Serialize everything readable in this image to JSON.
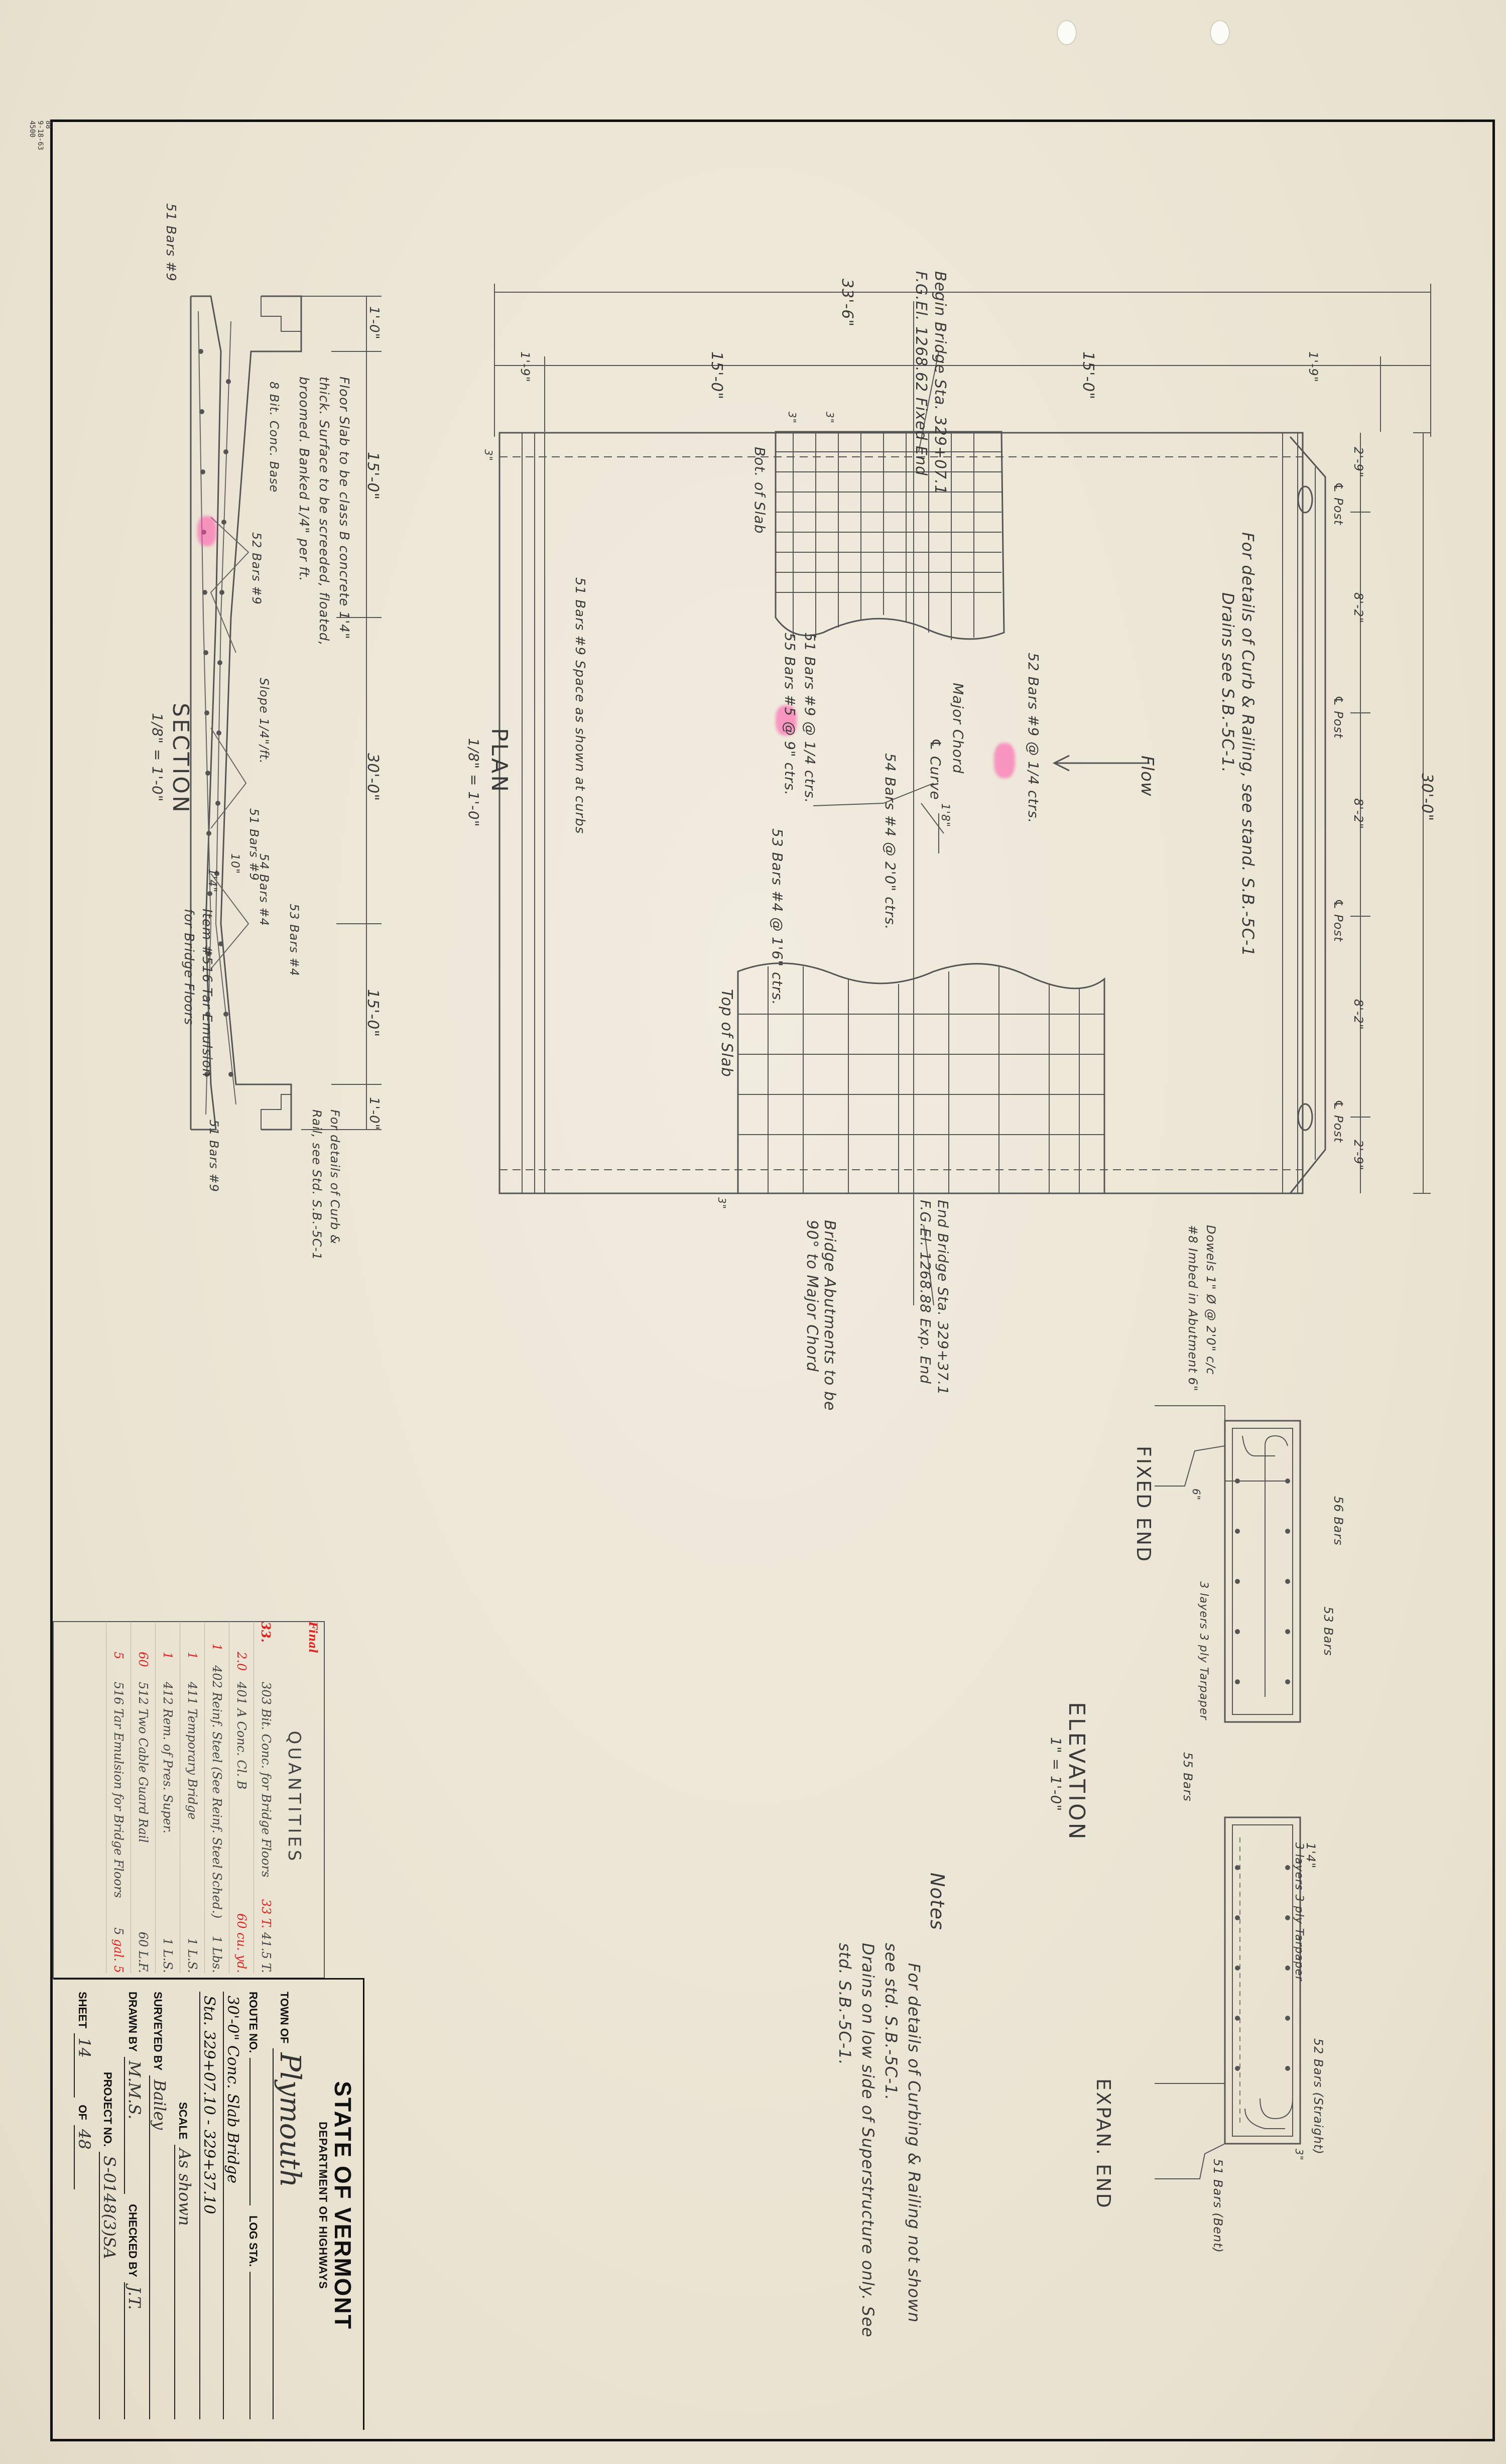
{
  "stamp": {
    "lines": [
      "88",
      "9-18-63",
      "4500"
    ]
  },
  "plan": {
    "title": "PLAN",
    "scale": "1/8\" = 1'-0\"",
    "dims": {
      "overall_length": "33'-6\"",
      "end_left": "1'-9\"",
      "span_a": "15'-0\"",
      "span_b": "15'-0\"",
      "end_right": "1'-9\"",
      "width_overall": "30'-0\"",
      "post_end_a": "2'-9\"",
      "post_gap_1": "8'-2\"",
      "post_gap_2": "8'-2\"",
      "post_gap_3": "8'-2\"",
      "post_end_b": "2'-9\"",
      "side_a": "3\"",
      "side_b": "3\"",
      "cover_a": "3\"",
      "cover_b": "3\""
    },
    "labels": {
      "begin_bridge": "Begin Bridge Sta. 329+07.1",
      "begin_elev": "F.G.El. 1268.62  Fixed End",
      "end_bridge": "End Bridge Sta. 329+37.1",
      "end_elev": "F.G.El. 1268.88  Exp. End",
      "post": "℄ Post",
      "flow": "Flow",
      "major_chord": "Major Chord",
      "curve": "℄ Curve",
      "dim_18": "1'8\"",
      "bot_slab": "Bot. of Slab",
      "top_slab": "Top of Slab",
      "bars_51": "51 Bars #9 @ 1/4 ctrs.",
      "bars_52": "52 Bars #9 @ 1/4 ctrs.",
      "bars_55": "55 Bars #5 @ 9\" ctrs.",
      "bars_54": "54 Bars #4 @ 2'0\" ctrs.",
      "bars_53": "53 Bars #4 @ 1'6\" ctrs.",
      "bars_51_space": "51 Bars #9 Space as shown at curbs",
      "abutments": "Bridge Abutments to be 90° to Major Chord",
      "curb_details": "For details of Curb & Railing, see stand. S.B.-5C-1",
      "drains": "Drains see S.B.-5C-1."
    }
  },
  "section": {
    "title": "SECTION",
    "scale": "1/8\" = 1'-0\"",
    "dims": {
      "curb_a": "1'-0\"",
      "half_a": "15'-0\"",
      "rdwy": "30'-0\"",
      "half_b": "15'-0\"",
      "curb_b": "1'-0\""
    },
    "labels": {
      "bars_51_top": "51 Bars #9",
      "floor_slab": "Floor Slab to be class B concrete 1'4\" thick. Surface to be screeded, floated, broomed. Banked 1/4\" per ft.",
      "conc_base": "8 Bit. Conc. Base",
      "bars_52": "52 Bars #9",
      "slope": "Slope 1/4\"/ft.",
      "bars_51": "51 Bars #9",
      "bars_54": "54 Bars #4",
      "bars_53": "53 Bars #4",
      "thick": "1'4\"",
      "dim_10": "10\"",
      "item": "Item #516 Tar Emulsion for Bridge Floors",
      "bars_51_bot": "51 Bars #9",
      "curb_details": "For details of Curb & Rail, see Std. S.B.-5C-1"
    }
  },
  "elevation": {
    "title": "ELEVATION",
    "scale": "1\" = 1'-0\"",
    "fixed_end": "FIXED END",
    "expan_end": "EXPAN. END",
    "dowels": "Dowels 1\" Ø @ 2'0\" c/c #8 Imbed in Abutment 6\"",
    "bars_56": "56 Bars",
    "bars_53": "53 Bars",
    "layers_a": "3 layers 3 ply Tarpaper",
    "bars_55": "55 Bars",
    "thick": "1'4\"",
    "layers_b": "3 layers 3 ply Tarpaper",
    "bars_52": "52 Bars (Straight)",
    "bars_51": "51 Bars (Bent)",
    "dim_6": "6\"",
    "dim_3": "3\""
  },
  "notes": {
    "title": "Notes",
    "lines": [
      "For details of Curbing & Railing not shown",
      "see std. S.B.-5C-1.",
      "Drains on low side of Superstructure only. See",
      "std. S.B.-5C-1."
    ]
  },
  "quantities": {
    "title": "QUANTITIES",
    "header_final": "Final",
    "rows": [
      {
        "final": "33.",
        "plan": "",
        "desc": "303 Bit. Conc. for Bridge Floors",
        "qty": "33",
        "qty_red": "T.",
        "qty_extra": "41.5 T."
      },
      {
        "final": "",
        "plan": "2.0",
        "desc": "401 A Conc. Cl. B",
        "qty": "60",
        "qty_red": "cu. yd.",
        "qty_extra": ""
      },
      {
        "final": "",
        "plan": "1",
        "desc": "402 Reinf. Steel  (See Reinf. Steel Sched.)",
        "qty": "1",
        "qty_red": "",
        "qty_extra": "Lbs."
      },
      {
        "final": "",
        "plan": "1",
        "desc": "411 Temporary Bridge",
        "qty": "1",
        "qty_red": "",
        "qty_extra": "L.S."
      },
      {
        "final": "",
        "plan": "1",
        "desc": "412 Rem. of Pres. Super.",
        "qty": "1",
        "qty_red": "",
        "qty_extra": "L.S."
      },
      {
        "final": "",
        "plan": "60",
        "desc": "512 Two Cable Guard Rail",
        "qty": "60",
        "qty_red": "",
        "qty_extra": "L.F."
      },
      {
        "final": "",
        "plan": "5",
        "desc": "516 Tar Emulsion for Bridge Floors",
        "qty": "5",
        "qty_red": "gal.",
        "qty_extra": "5"
      }
    ]
  },
  "titleblock": {
    "state": "STATE OF VERMONT",
    "dept": "DEPARTMENT OF HIGHWAYS",
    "town_label": "TOWN OF",
    "town": "Plymouth",
    "route_label": "ROUTE NO.",
    "route": "",
    "log_label": "LOG STA.",
    "log": "",
    "line1": "30'-0\" Conc. Slab Bridge",
    "line2": "Sta. 329+07.10 - 329+37.10",
    "scale_label": "SCALE",
    "scale": "As shown",
    "surveyed_label": "SURVEYED BY",
    "surveyed": "Bailey",
    "drawn_label": "DRAWN BY",
    "drawn": "M.M.S.",
    "checked_label": "CHECKED BY",
    "checked": "J.T.",
    "project_label": "PROJECT NO.",
    "project": "S-0148(3)SA",
    "sheet_label": "SHEET",
    "sheet": "14",
    "of_label": "OF",
    "of": "48"
  },
  "colors": {
    "paper": "#ece6d6",
    "ink": "#3a3a3a",
    "redline": "#d22222",
    "highlight": "#ff50aa"
  }
}
